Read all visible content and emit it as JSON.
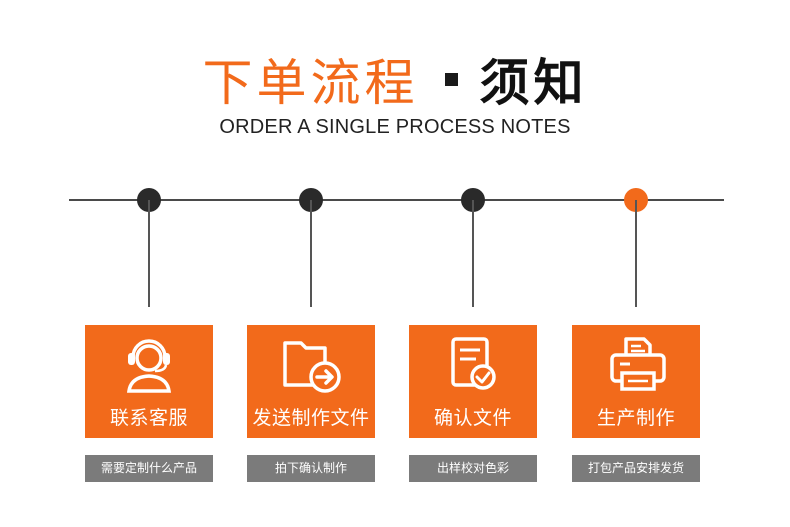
{
  "header": {
    "title_orange": "下单流程",
    "title_black": "须知",
    "subtitle": "ORDER A SINGLE PROCESS NOTES"
  },
  "colors": {
    "accent": "#f26a1b",
    "node_dark": "#2a2a2a",
    "tag_gray": "#7b7b7b"
  },
  "steps": [
    {
      "icon": "headset-agent-icon",
      "label": "联系客服",
      "note": "需要定制什么产品"
    },
    {
      "icon": "folder-arrow-icon",
      "label": "发送制作文件",
      "note": "拍下确认制作"
    },
    {
      "icon": "document-check-icon",
      "label": "确认文件",
      "note": "出样校对色彩"
    },
    {
      "icon": "printer-icon",
      "label": "生产制作",
      "note": "打包产品安排发货"
    }
  ]
}
